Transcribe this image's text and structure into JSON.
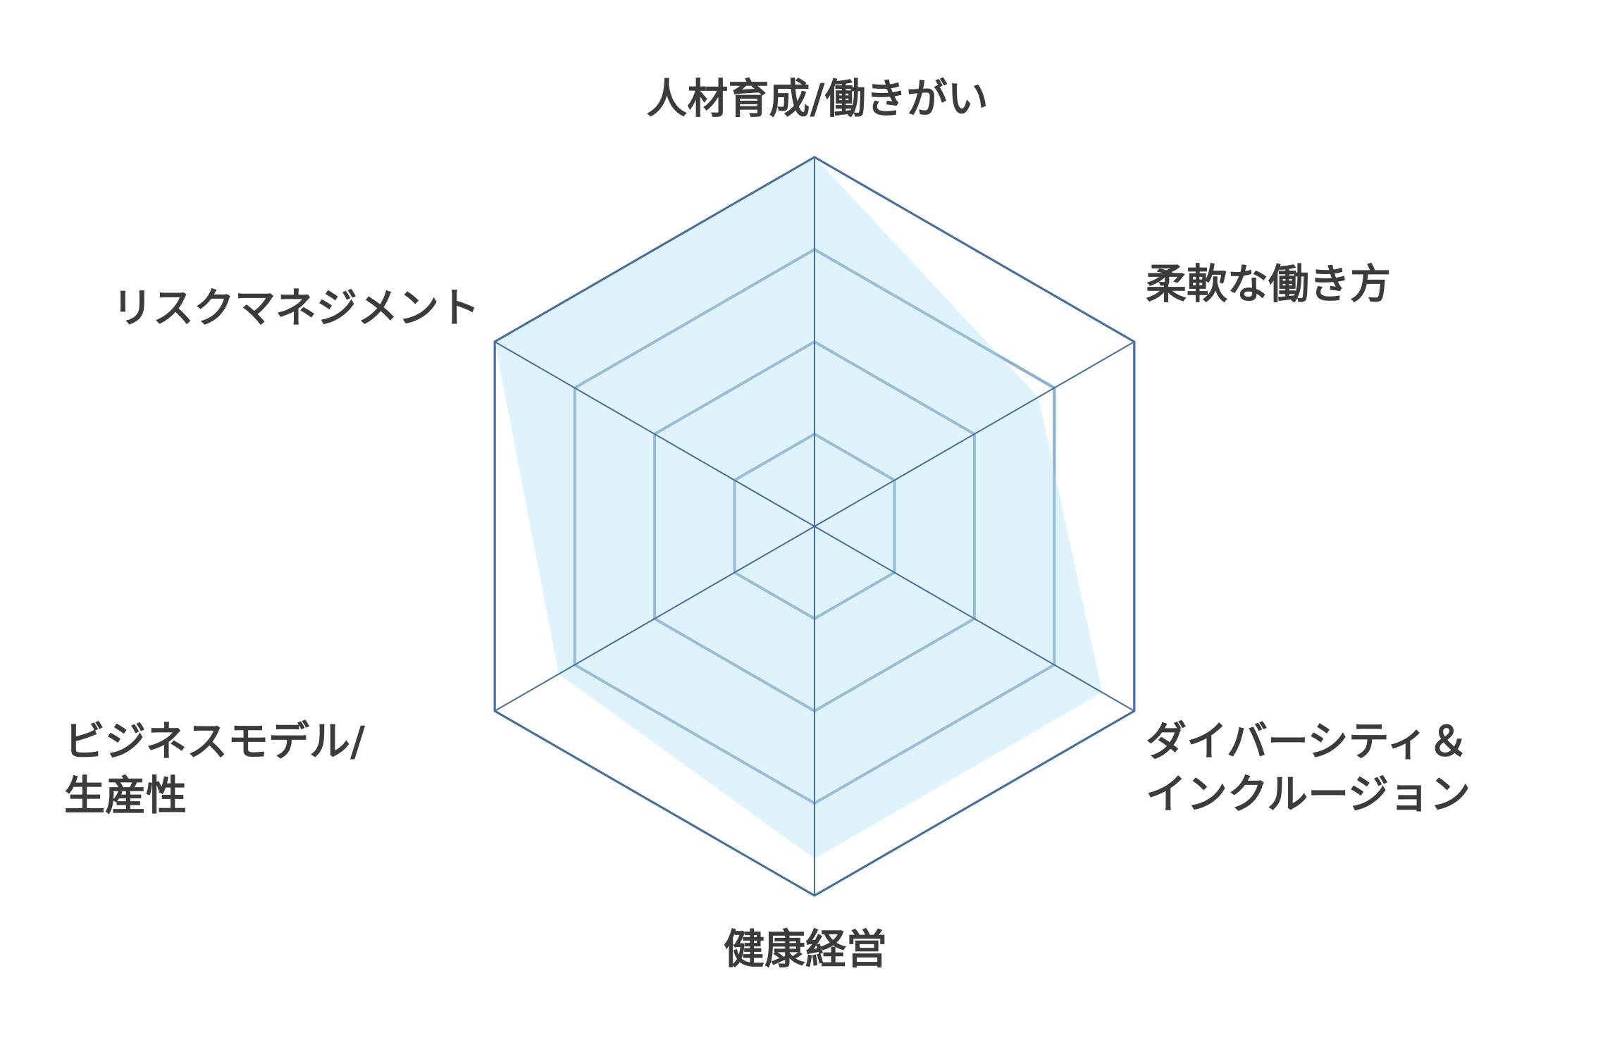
{
  "chart_data": {
    "type": "radar",
    "title": "",
    "axes": [
      "人材育成/働きがい",
      "柔軟な働き方",
      "ダイバーシティ＆インクルージョン",
      "健康経営",
      "ビジネスモデル/生産性",
      "リスクマネジメント"
    ],
    "axis_label_lines": [
      [
        "人材育成/働きがい"
      ],
      [
        "柔軟な働き方"
      ],
      [
        "ダイバーシティ＆",
        "インクルージョン"
      ],
      [
        "健康経営"
      ],
      [
        "ビジネスモデル/",
        "生産性"
      ],
      [
        "リスクマネジメント"
      ]
    ],
    "series": [
      {
        "name": "",
        "values": [
          1.0,
          0.7,
          0.9,
          0.9,
          0.8,
          1.0
        ]
      }
    ],
    "range": [
      0,
      1
    ],
    "grid_levels": [
      0.25,
      0.5,
      0.75,
      1.0
    ],
    "grid": true,
    "legend": "none",
    "colors": {
      "fill": "#d9f1fd",
      "grid_outer": "#46709a",
      "grid_inner": "#93b9d6",
      "axis": "#46709a",
      "text": "#3b3b3b"
    }
  }
}
